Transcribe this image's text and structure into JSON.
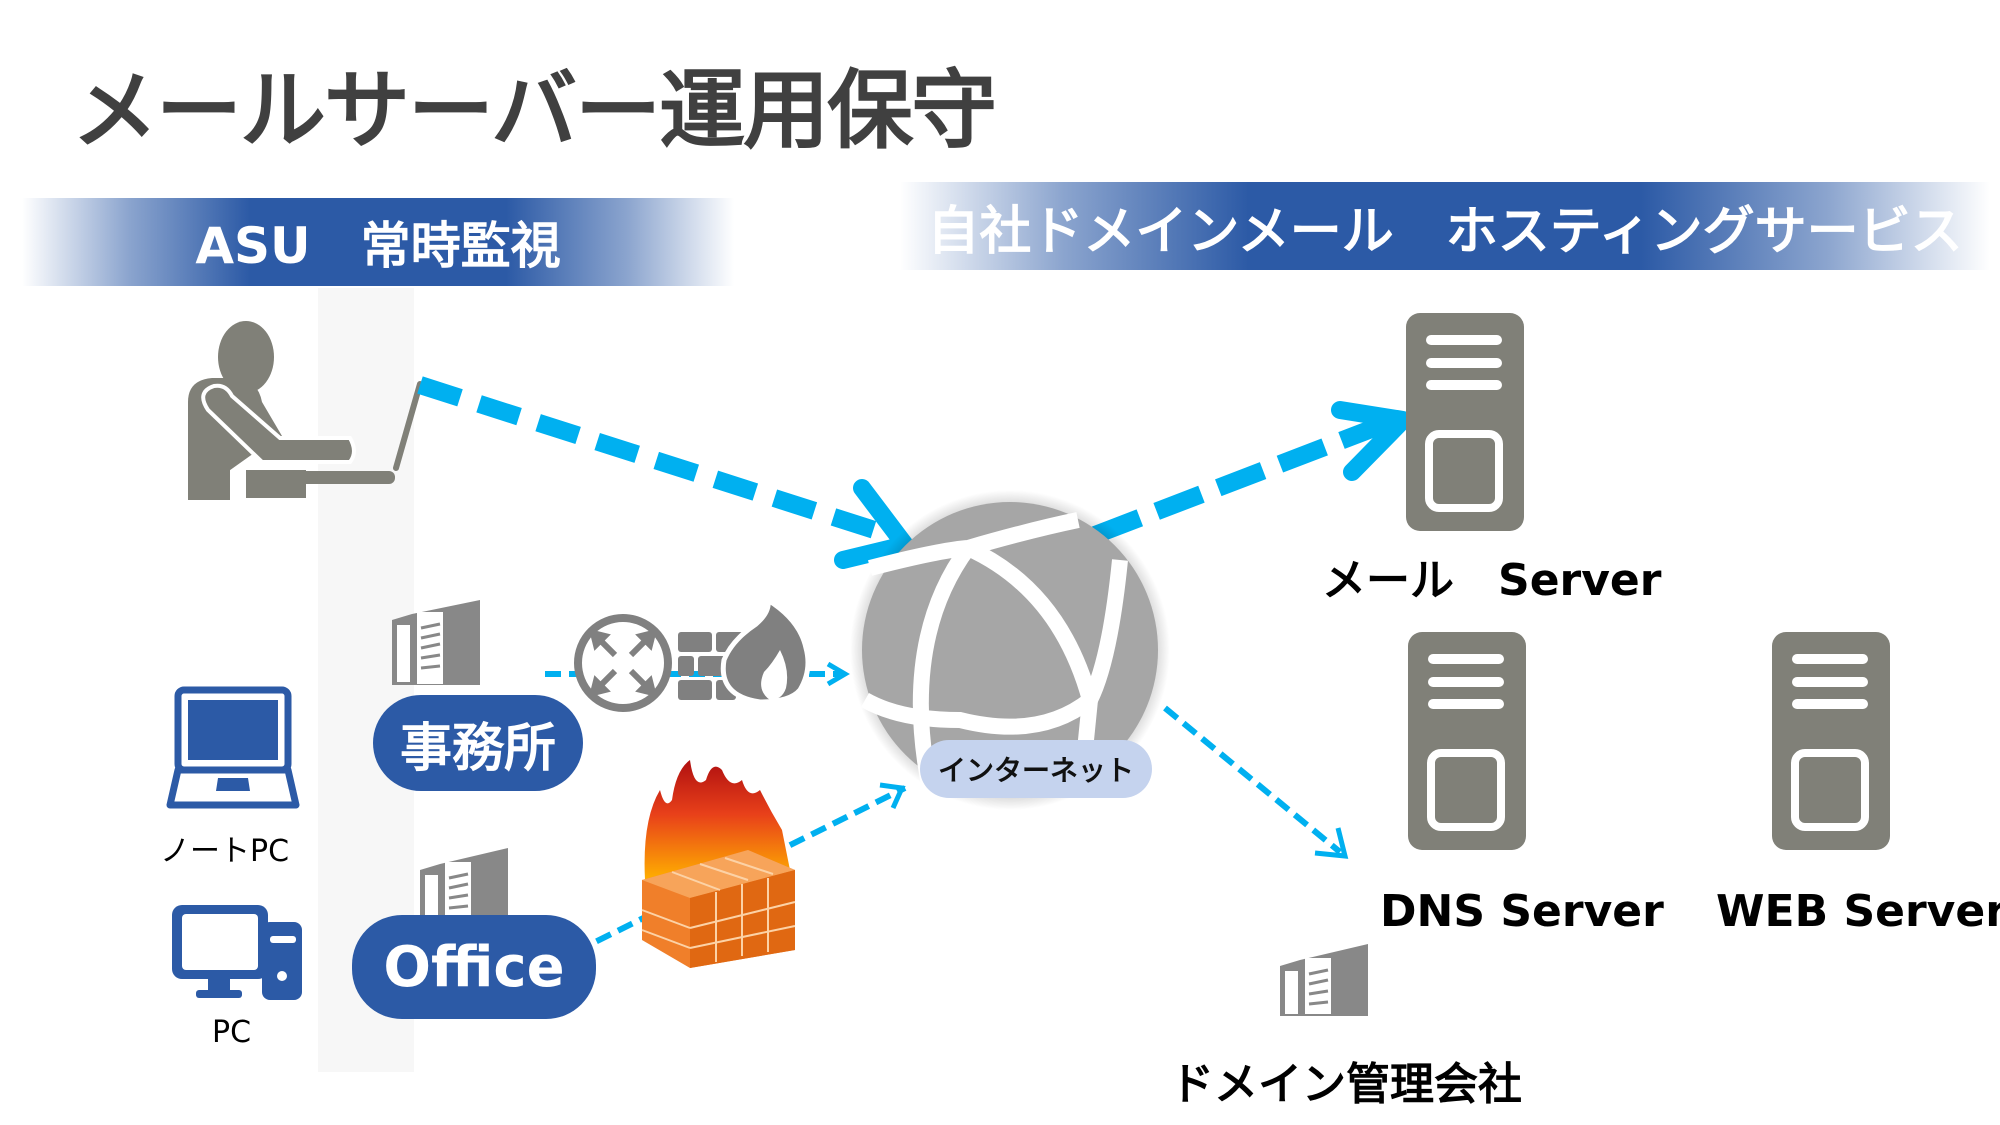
{
  "title": "メールサーバー運用保守",
  "bands": {
    "left": "ASU　常時監視",
    "right": "自社ドメインメール　ホスティングサービス"
  },
  "nodes": {
    "operator": {
      "icon": "person-at-laptop-icon"
    },
    "laptop": {
      "label": "ノートPC",
      "icon": "laptop-icon"
    },
    "desktop": {
      "label": "PC",
      "icon": "desktop-pc-icon"
    },
    "jimusho": {
      "label": "事務所",
      "icon": "building-icon"
    },
    "office": {
      "label": "Office",
      "icon": "building-icon"
    },
    "router_firewall": {
      "icon": "router-firewall-icon"
    },
    "brick_firewall": {
      "icon": "brick-firewall-icon"
    },
    "internet": {
      "label": "インターネット",
      "icon": "globe-icon"
    },
    "mail_server": {
      "label": "メール　Server",
      "icon": "server-icon"
    },
    "dns_server": {
      "label": "DNS Server",
      "icon": "server-icon"
    },
    "web_server": {
      "label": "WEB Server",
      "icon": "server-icon"
    },
    "domain_company": {
      "label": "ドメイン管理会社",
      "icon": "building-icon"
    }
  },
  "colors": {
    "title": "#404040",
    "band": "#2c5aa6",
    "pill": "#2c5aa6",
    "arrow": "#00b0f0",
    "icon_gray": "#808078",
    "building_gray": "#888888",
    "globe_gray": "#a6a6a6",
    "internet_label_bg": "#c5d3ee",
    "device_blue": "#2c5aa6"
  }
}
